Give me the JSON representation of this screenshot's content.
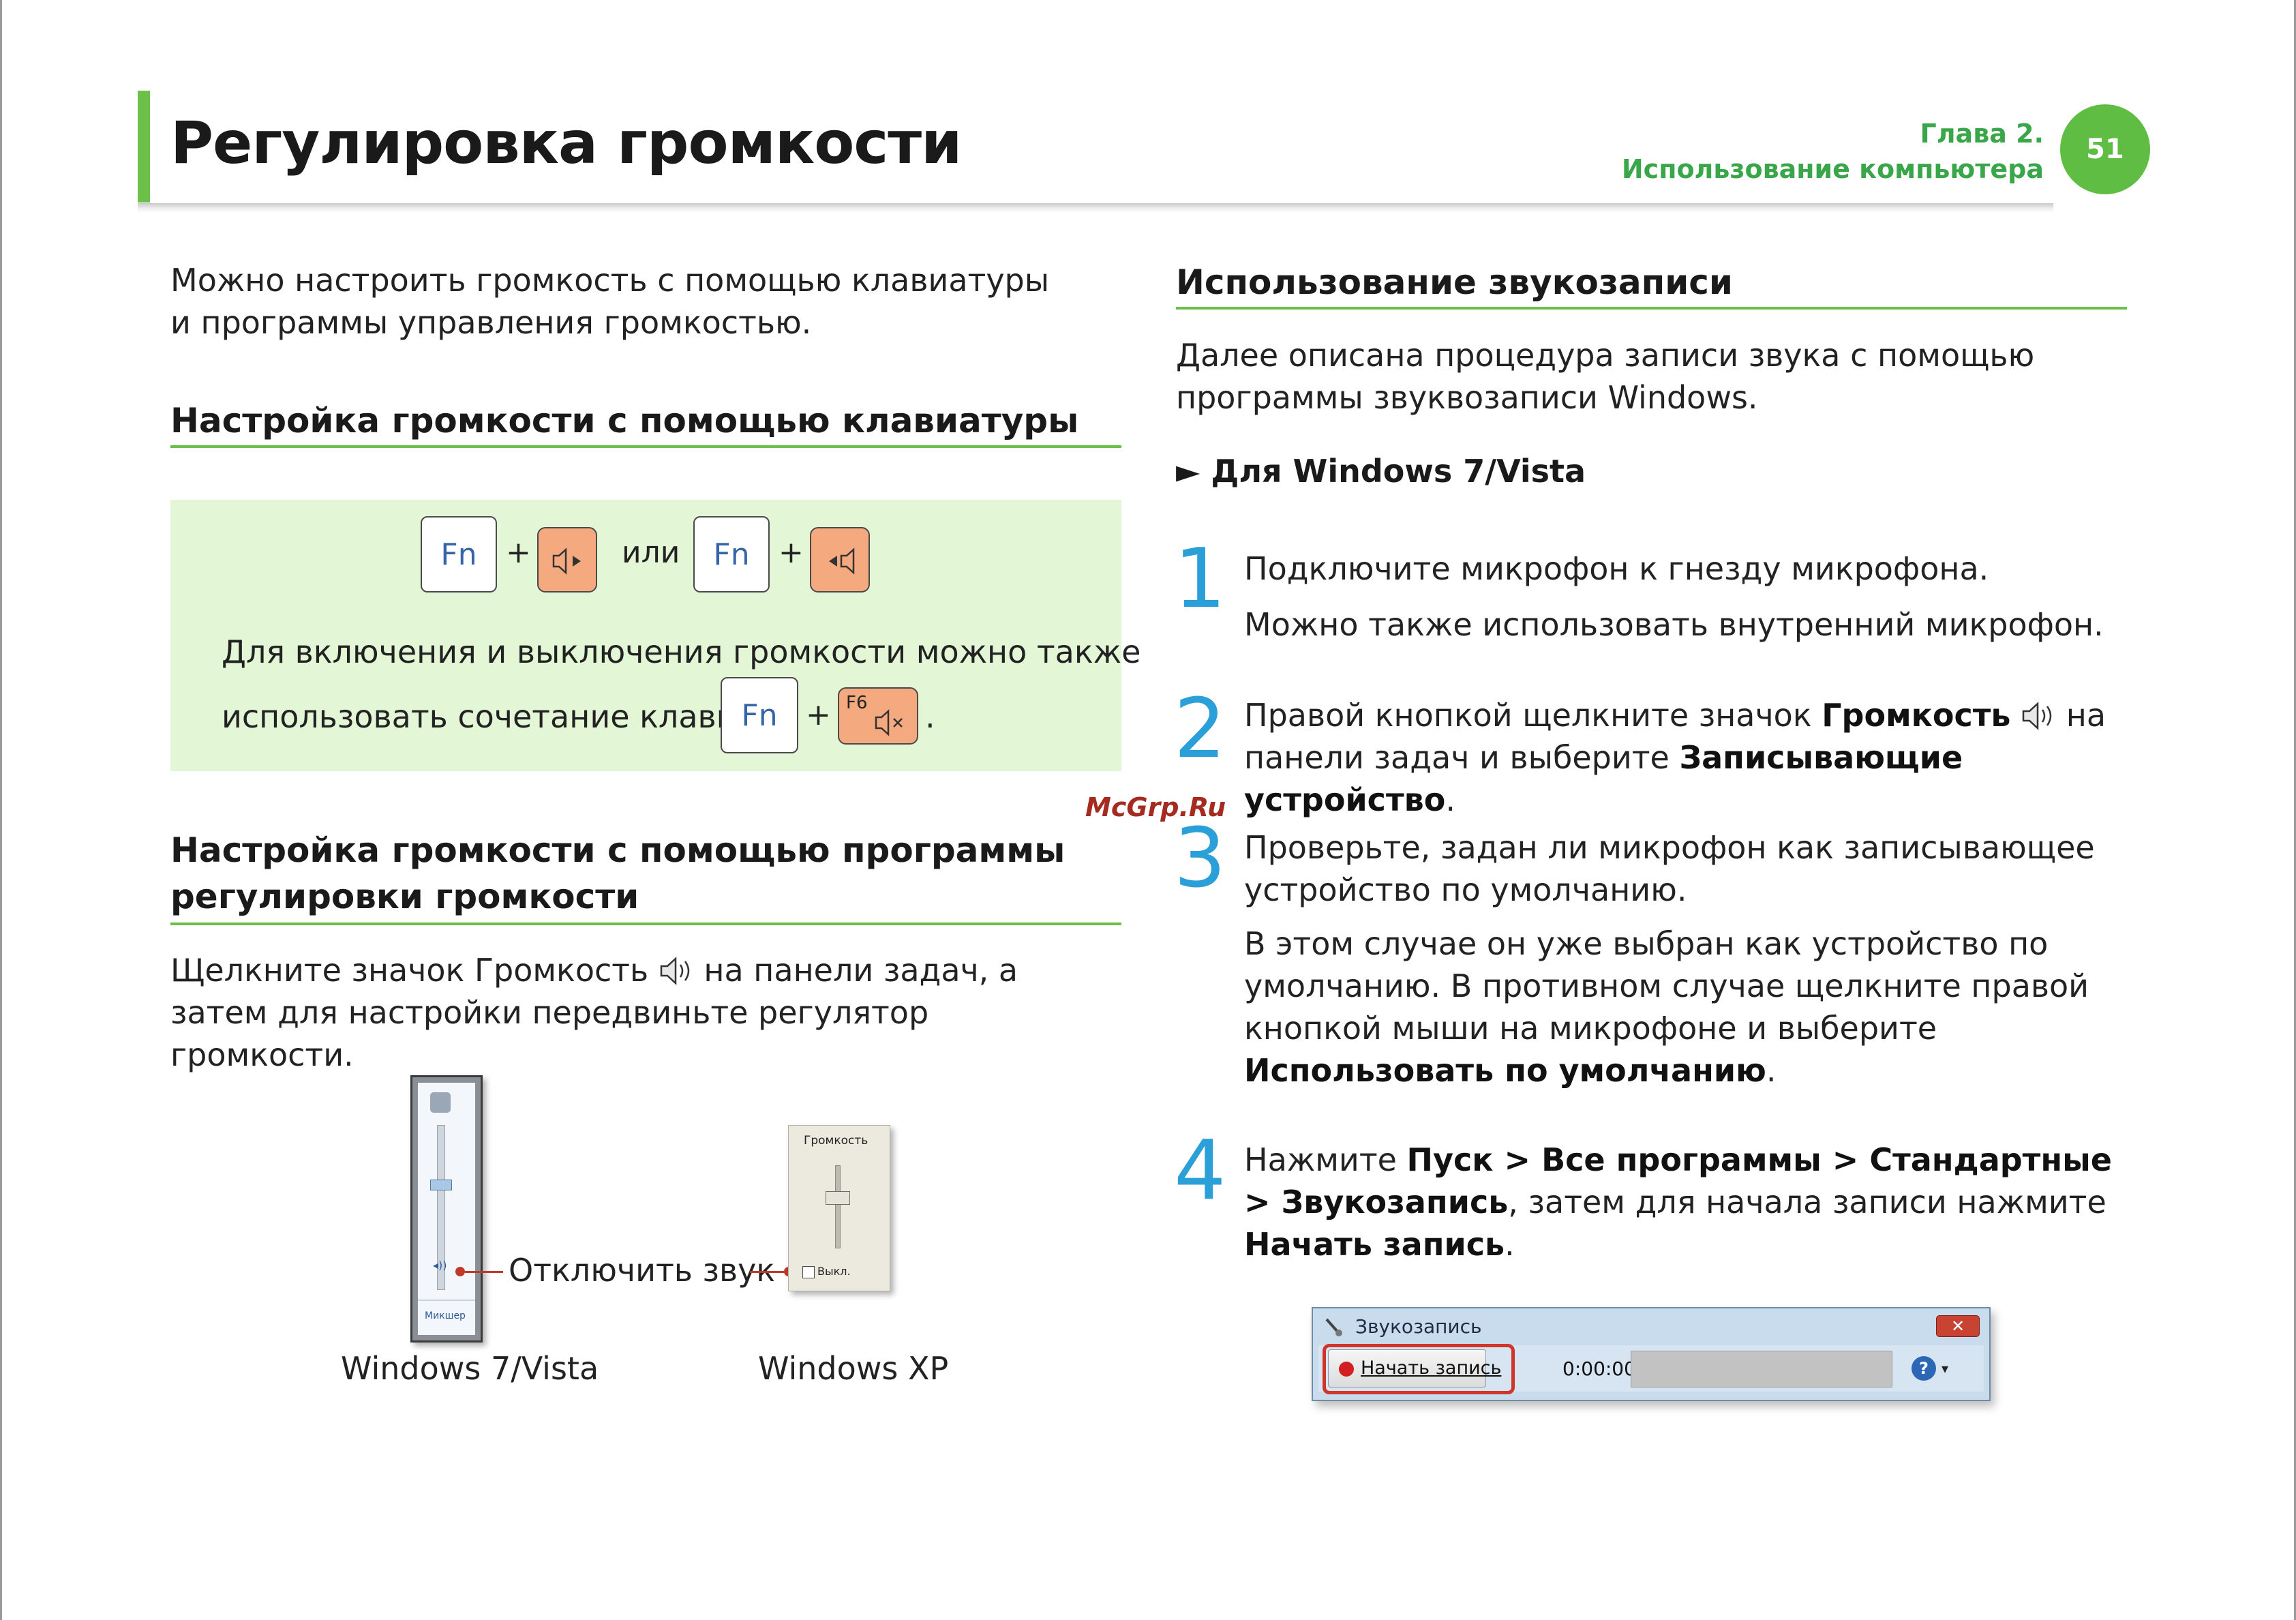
{
  "header": {
    "title": "Регулировка громкости",
    "chapter_line1": "Глава 2.",
    "chapter_line2": "Использование компьютера",
    "page_number": "51"
  },
  "left": {
    "intro": "Можно настроить громкость с помощью клавиатуры и программы управления громкостью.",
    "section1_heading": "Настройка громкости с помощью клавиатуры",
    "keys": {
      "fn": "Fn",
      "plus": "+",
      "or": "или",
      "f6": "F6"
    },
    "mute_text_line1": "Для включения и выключения громкости можно также",
    "mute_text_line2": "использовать сочетание клавиш",
    "mute_text_end": ".",
    "section2_heading_line1": "Настройка громкости с помощью программы",
    "section2_heading_line2": "регулировки громкости",
    "section2_text_part1": "Щелкните значок Громкость",
    "section2_text_part2": "на панели задач, а затем для настройки передвиньте регулятор громкости.",
    "figure": {
      "mute_label": "Отключить звук",
      "win7_caption": "Windows 7/Vista",
      "winxp_caption": "Windows XP",
      "win7_mixer": "Микшер",
      "xp_title": "Громкость",
      "xp_off": "Выкл."
    }
  },
  "watermark": "McGrp.Ru",
  "right": {
    "heading": "Использование звукозаписи",
    "intro": "Далее описана процедура записи звука с помощью программы звуквозаписи Windows.",
    "subheading": "► Для Windows 7/Vista",
    "steps": [
      {
        "num": "1",
        "line1": "Подключите микрофон к гнезду микрофона.",
        "line2": "Можно также использовать внутренний микрофон."
      },
      {
        "num": "2",
        "t1": "Правой кнопкой щелкните значок ",
        "b1": "Громкость",
        "t2": " на панели задач и выберите ",
        "b2": "Записывающие устройство",
        "t3": "."
      },
      {
        "num": "3",
        "line1": "Проверьте, задан ли микрофон как записывающее устройство по умолчанию.",
        "t1": "В этом случае он уже выбран как устройство по умолчанию. В противном случае щелкните правой кнопкой мыши на микрофоне и выберите ",
        "b1": "Использовать по умолчанию",
        "t2": "."
      },
      {
        "num": "4",
        "t1": "Нажмите ",
        "b1": "Пуск > Все программы > Стандартные > Звукозапись",
        "t2": ", затем для начала записи нажмите ",
        "b2": "Начать запись",
        "t3": "."
      }
    ],
    "recorder": {
      "title": "Звукозапись",
      "button": "Начать запись",
      "time": "0:00:00",
      "close": "✕",
      "help": "?",
      "dropdown": "▾"
    }
  },
  "colors": {
    "accent_green": "#6cc04a",
    "chapter_green": "#3aa64a",
    "step_blue": "#2b9fd8",
    "key_orange": "#f4a97f",
    "box_green": "#e3f6d6",
    "highlight_red": "#d0352a"
  },
  "icons": [
    "speaker-icon",
    "volume-up-icon",
    "volume-down-icon",
    "mute-icon",
    "microphone-icon",
    "help-icon",
    "close-icon"
  ]
}
